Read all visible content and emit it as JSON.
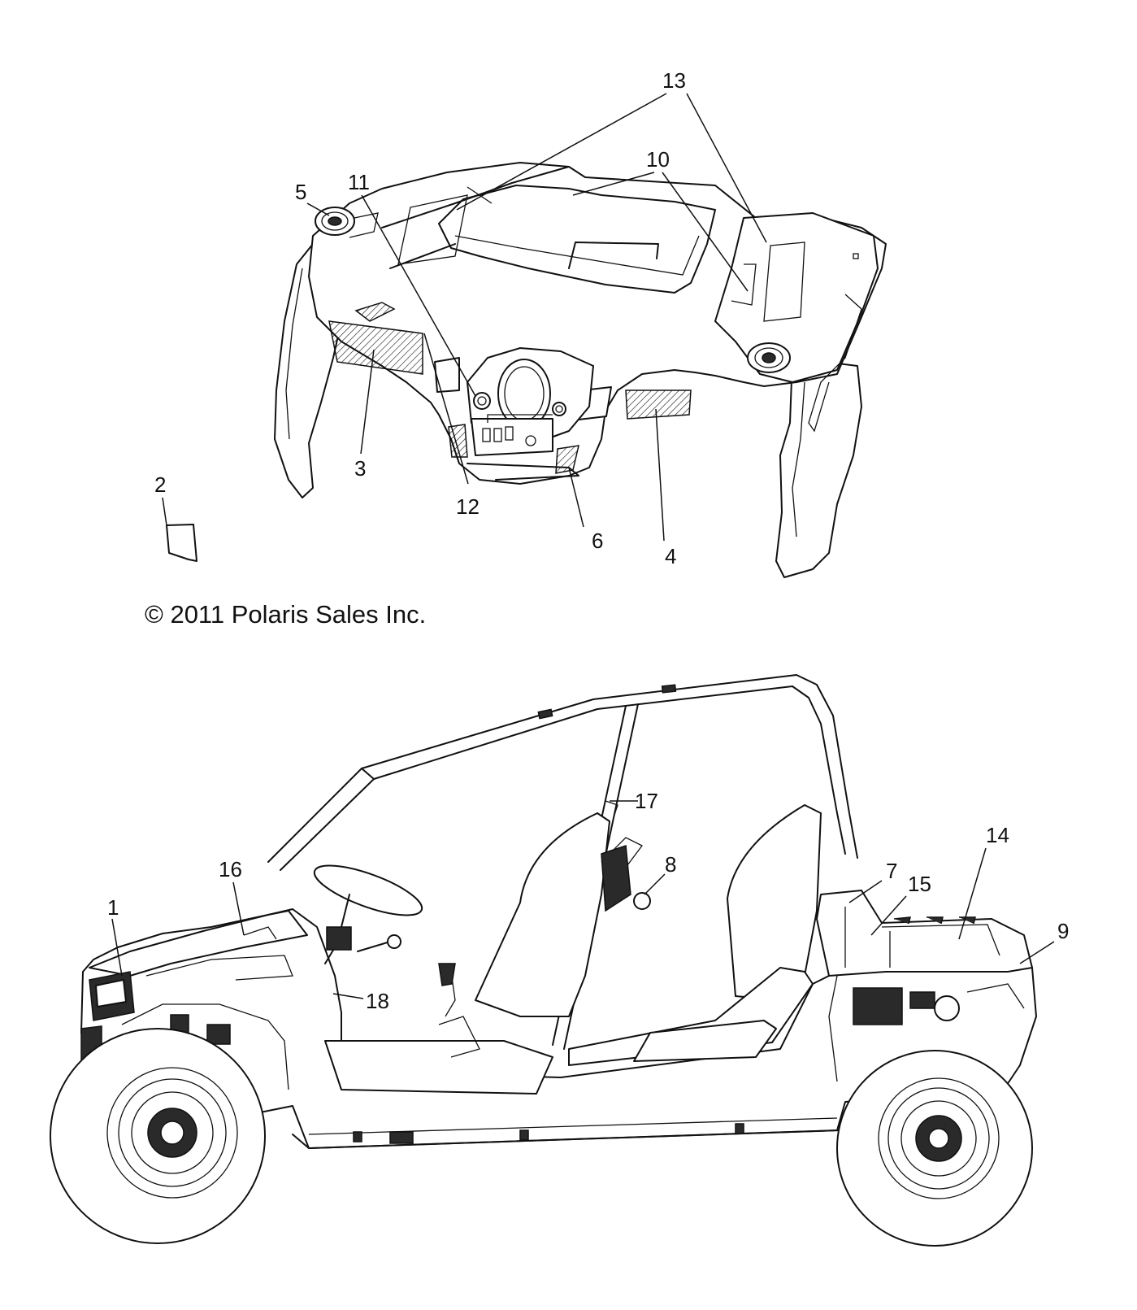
{
  "diagram": {
    "copyright": "© 2011 Polaris Sales Inc.",
    "callouts": [
      "1",
      "2",
      "3",
      "4",
      "5",
      "6",
      "7",
      "8",
      "9",
      "10",
      "11",
      "12",
      "13",
      "14",
      "15",
      "16",
      "17",
      "18"
    ]
  }
}
